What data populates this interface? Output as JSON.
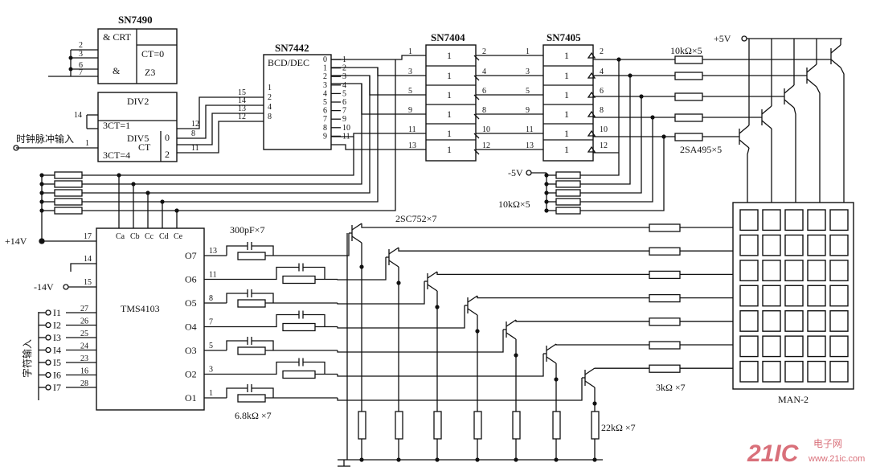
{
  "chips": {
    "sn7490": {
      "name": "SN7490",
      "crt": "& CRT",
      "ct0": "CT=0",
      "z3": "Z3",
      "amp": "&",
      "div2": "DIV2",
      "div5": "DIV5",
      "ct1": "3CT=1",
      "ct4": "3CT=4",
      "ct": "CT",
      "o0": "0",
      "o2": "2",
      "p14": "14",
      "p1": "1",
      "p2": "2",
      "p3": "3",
      "p6": "6",
      "p7": "7",
      "p12": "12",
      "p8": "8",
      "p11": "11"
    },
    "sn7442": {
      "name": "SN7442",
      "func": "BCD/DEC",
      "in_pins": [
        "15",
        "14",
        "13",
        "12"
      ],
      "in_labels": [
        "1",
        "2",
        "4",
        "8"
      ],
      "outs": [
        "0",
        "1",
        "2",
        "3",
        "4",
        "5",
        "6",
        "7",
        "8",
        "9"
      ],
      "opins": [
        "1",
        "2",
        "3",
        "4",
        "5",
        "6",
        "7",
        "9",
        "10",
        "11"
      ]
    },
    "sn7404": {
      "name": "SN7404",
      "cell": "1",
      "in_pins": [
        "1",
        "3",
        "5",
        "9",
        "11",
        "13"
      ],
      "out_pins": [
        "2",
        "4",
        "6",
        "8",
        "10",
        "12"
      ]
    },
    "sn7405": {
      "name": "SN7405",
      "cell": "1",
      "in_pins": [
        "1",
        "3",
        "5",
        "9",
        "11",
        "13"
      ],
      "out_pins": [
        "2",
        "4",
        "6",
        "8",
        "10",
        "12"
      ]
    },
    "tms4103": {
      "name": "TMS4103",
      "ctrl": [
        "Ca",
        "Cb",
        "Cc",
        "Cd",
        "Ce"
      ],
      "outs": [
        "O7",
        "O6",
        "O5",
        "O4",
        "O3",
        "O2",
        "O1"
      ],
      "out_pins": [
        "13",
        "11",
        "8",
        "7",
        "5",
        "3",
        "1"
      ],
      "p17": "17",
      "p14": "14",
      "p15": "15",
      "in_labels": [
        "I1",
        "I2",
        "I3",
        "I4",
        "I5",
        "I6",
        "I7"
      ],
      "in_pins": [
        "27",
        "26",
        "25",
        "24",
        "23",
        "16",
        "28"
      ]
    },
    "man2": {
      "name": "MAN-2"
    }
  },
  "labels": {
    "clock_input": "时钟脉冲输入",
    "char_input": "字符输入",
    "plus14": "+14V",
    "minus14": "-14V",
    "plus5": "+5V",
    "minus5": "-5V",
    "r10k_top": "10kΩ×5",
    "r10k_bot": "10kΩ×5",
    "sa495": "2SA495×5",
    "sc752": "2SC752×7",
    "cap300": "300pF×7",
    "r68k": "6.8kΩ ×7",
    "r3k": "3kΩ ×7",
    "r22k": "22kΩ ×7"
  },
  "watermark": {
    "brand": "21IC",
    "cn": "电子网",
    "url": "www.21ic.com"
  }
}
